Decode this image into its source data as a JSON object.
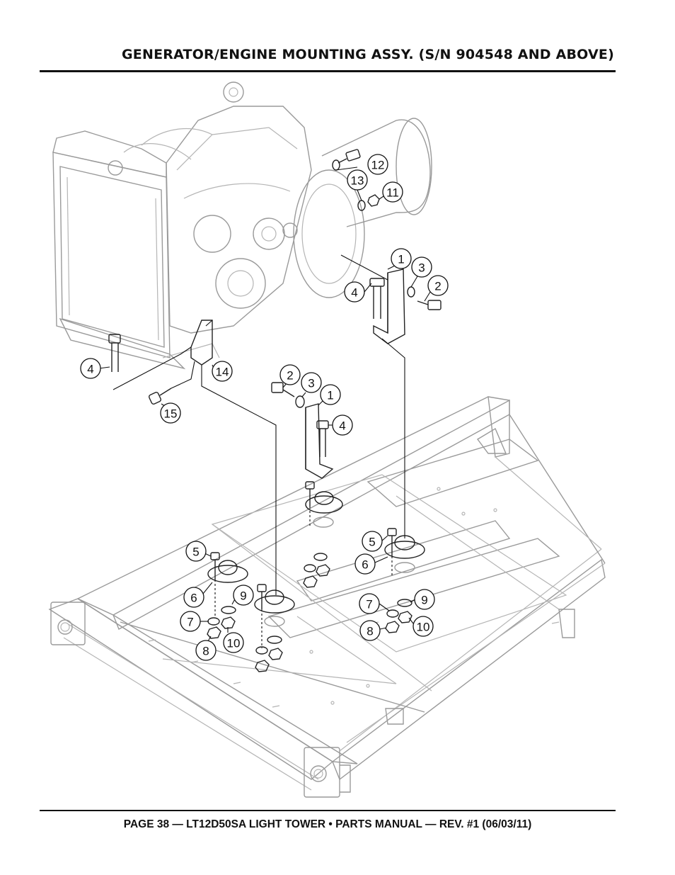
{
  "header": {
    "title": "GENERATOR/ENGINE MOUNTING ASSY. (S/N 904548 AND ABOVE)"
  },
  "footer": {
    "text": "PAGE 38 — LT12D50SA LIGHT TOWER • PARTS MANUAL — REV. #1 (06/03/11)"
  },
  "callouts": [
    {
      "id": "c12",
      "label": "12"
    },
    {
      "id": "c13",
      "label": "13"
    },
    {
      "id": "c11",
      "label": "11"
    },
    {
      "id": "c1a",
      "label": "1"
    },
    {
      "id": "c3a",
      "label": "3"
    },
    {
      "id": "c2a",
      "label": "2"
    },
    {
      "id": "c4a",
      "label": "4"
    },
    {
      "id": "c4b",
      "label": "4"
    },
    {
      "id": "c14",
      "label": "14"
    },
    {
      "id": "c15",
      "label": "15"
    },
    {
      "id": "c2b",
      "label": "2"
    },
    {
      "id": "c3b",
      "label": "3"
    },
    {
      "id": "c1b",
      "label": "1"
    },
    {
      "id": "c4c",
      "label": "4"
    },
    {
      "id": "c5a",
      "label": "5"
    },
    {
      "id": "c6a",
      "label": "6"
    },
    {
      "id": "c9a",
      "label": "9"
    },
    {
      "id": "c7a",
      "label": "7"
    },
    {
      "id": "c10a",
      "label": "10"
    },
    {
      "id": "c8a",
      "label": "8"
    },
    {
      "id": "c5b",
      "label": "5"
    },
    {
      "id": "c6b",
      "label": "6"
    },
    {
      "id": "c7b",
      "label": "7"
    },
    {
      "id": "c9b",
      "label": "9"
    },
    {
      "id": "c8b",
      "label": "8"
    },
    {
      "id": "c10b",
      "label": "10"
    }
  ]
}
